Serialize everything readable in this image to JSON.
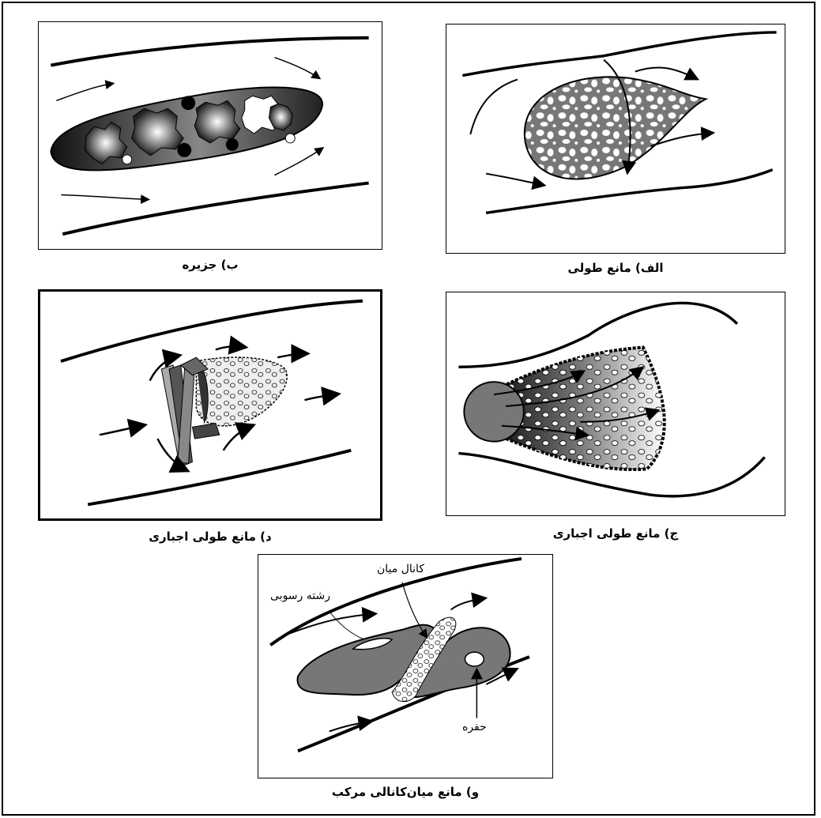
{
  "captions": {
    "a": "الف) مانع طولی",
    "b": "ب) جزیره",
    "c": "ج) مانع طولی اجباری",
    "d": "د) مانع طولی اجباری",
    "f": "و) مانع میان‌کانالی مرکب"
  },
  "labels": {
    "mid_channel": "کانال میان",
    "sediment_strand": "رشته رسوبی",
    "hole": "حفره"
  }
}
